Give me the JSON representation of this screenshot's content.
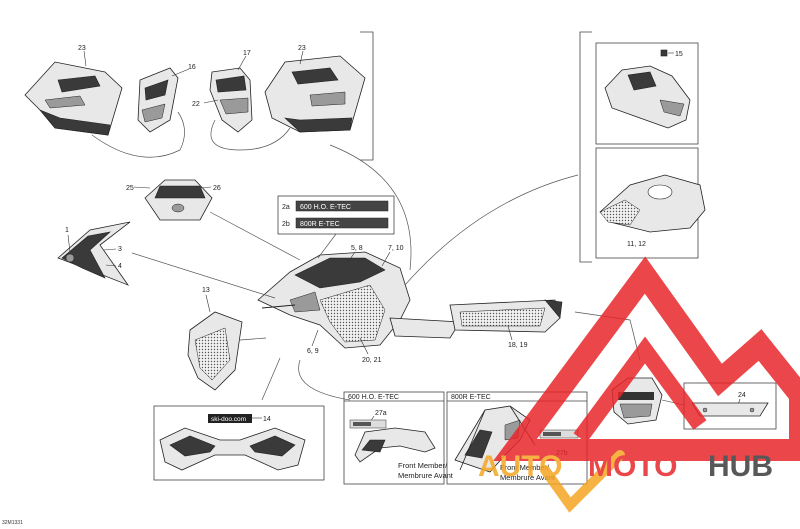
{
  "diagram_id": "32M1331",
  "callouts": {
    "c23a": "23",
    "c16": "16",
    "c17": "17",
    "c23b": "23",
    "c22": "22",
    "c15": "15",
    "c25": "25",
    "c26": "26",
    "c1": "1",
    "c3": "3",
    "c4": "4",
    "c2a": "2a",
    "c2b": "2b",
    "c5_8": "5, 8",
    "c7_10": "7, 10",
    "c11_12": "11, 12",
    "c13": "13",
    "c6_9": "6, 9",
    "c20_21": "20, 21",
    "c18_19": "18, 19",
    "c14": "14",
    "c24": "24",
    "c27a": "27a",
    "c27b": "27b"
  },
  "decals": {
    "d2a": "600 H.O. E-TEC",
    "d2b": "800R E-TEC",
    "brand": "ski-doo.com"
  },
  "boxes": {
    "ho_header": "600 H.O. E-TEC",
    "r_header": "800R E-TEC",
    "front_member_1": "Front Member/",
    "front_member_2": "Membrure Avant",
    "front_member_3": "Front Member/",
    "front_member_4": "Membrure Avant"
  },
  "watermark": {
    "part1": "AUTO",
    "part2": "MOTO",
    "part3": "HUB",
    "accent": "#e8262b",
    "secondary": "#f5a623",
    "dark": "#3c3c3c"
  }
}
